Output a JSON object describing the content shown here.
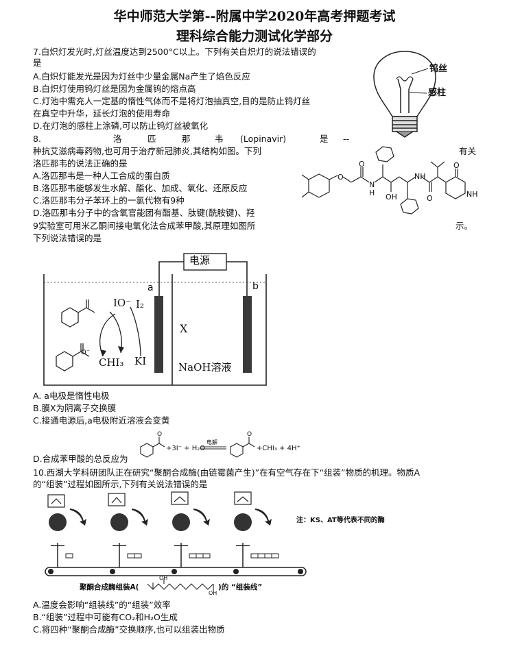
{
  "header": {
    "title1": "华中师范大学第--附属中学2020年高考押题考试",
    "title2": "理科综合能力测试化学部分"
  },
  "q7": {
    "stem_line1": "7.白炽灯发光时,灯丝温度达到2500°C以上。下列有关白炽灯的说法错误的",
    "stem_line2": "是",
    "A": "A.白炽灯能发光是因为灯丝中少量金属Na产生了焰色反应",
    "B": "B.白炽灯使用钨灯丝是因为金属钨的熔点高",
    "C1": "C.灯池中需充人一定基的惰性气体而不是将灯泡抽真空,目的是防止钨灯丝",
    "C2": "在真空中升华，延长灯泡的使用寿命",
    "D": "D.在灯泡的感柱上涂磷,可以防止钨灯丝被氧化",
    "label_wire": "钨丝",
    "label_post": "感柱"
  },
  "q8": {
    "num": "8.",
    "w1": "洛",
    "w2": "匹",
    "w3": "那",
    "w4": "韦",
    "eng": "(Lopinavir)",
    "shi": "是",
    "dash": "--",
    "line2a": "种抗艾滋病毒药物,也可用于治疗新冠肺炎,其结构如图。下列",
    "line2b": "有关",
    "line3": "洛匹那韦的说法正确的是",
    "A": "A.洛匹那韦是一种人工合成的蛋白质",
    "B": "B.洛匹那韦能够发生水解、酯化、加成、氧化、还原反应",
    "C": "C.洛匹那韦分子苯环上的一氯代物有9种",
    "D": "D.洛匹那韦分子中的含氧官能团有酯基、肽键(酰胺键)、羟",
    "mol_o": "O",
    "mol_n": "N",
    "mol_h": "H",
    "mol_oh": "OH",
    "mol_nh": "NH"
  },
  "q9": {
    "stem1a": "9实验室可用米乙酮间接电氧化法合成苯甲酸,其原理如图所",
    "stem1b": "示。",
    "stem2": "下列说法错误的是",
    "power": "电源",
    "electrode_a": "a",
    "electrode_b": "b",
    "io": "IO⁻",
    "i2": "I₂",
    "chi3": "CHI₃",
    "ki": "KI",
    "x": "X",
    "naoh": "NaOH溶液",
    "optA": "A. a电极是惰性电极",
    "optB": "B.膜X为阴离子交换膜",
    "optC": "C.接通电源后,a电极附近溶液会变黄",
    "optD": "D.合成苯甲酸的总反应为",
    "eq_mid": "+3I⁻ + H₂O",
    "eq_cond": "电解",
    "eq_right": "+CHI₃ + 4H⁺"
  },
  "q10": {
    "stem1": "10.西湖大学科研团队正在研究“聚酮合成酶(由链霉菌产生)”在有空气存在下“组装”物质的机理。物质A",
    "stem2": "的“组装”过程如图所示,下列有关说法错误的是",
    "note": "注：KS、AT等代表不同的酶",
    "line_label": "聚酮合成酶组装A(",
    "line_label2": ")的 “组装线”",
    "oh": "OH",
    "o": "O",
    "A": "A.温度会影响“组装线”的“组装”效率",
    "B": "B.“组装”过程中可能有CO₂和H₂O生成",
    "C": "C.将四种“聚酮合成酶”交换顺序,也可以组装出物质"
  }
}
